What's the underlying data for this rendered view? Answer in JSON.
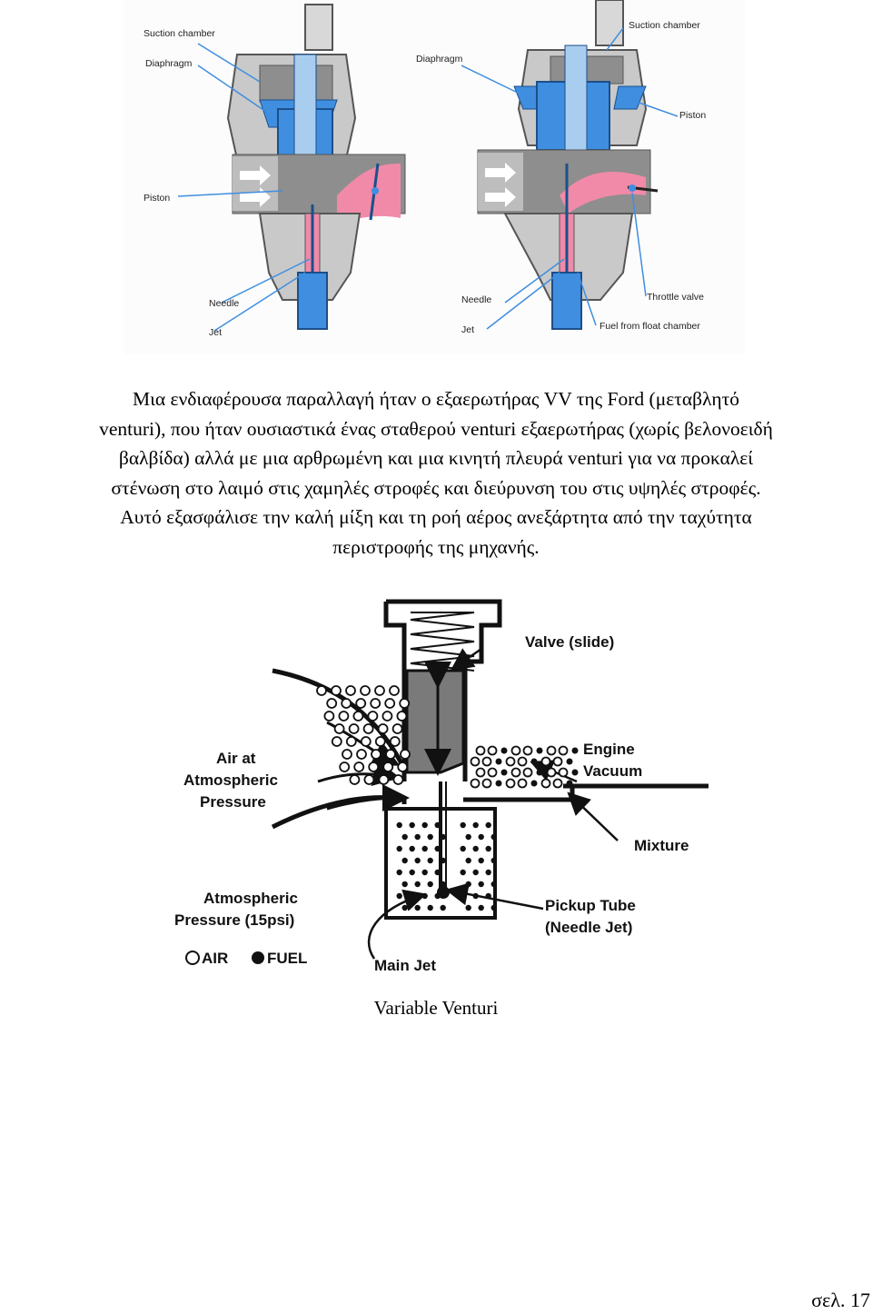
{
  "top_figure": {
    "left_labels": {
      "suction_chamber": "Suction chamber",
      "diaphragm": "Diaphragm",
      "piston": "Piston",
      "needle": "Needle",
      "jet": "Jet"
    },
    "right_labels": {
      "suction_chamber": "Suction chamber",
      "diaphragm": "Diaphragm",
      "piston": "Piston",
      "needle": "Needle",
      "jet": "Jet",
      "throttle_valve": "Throttle valve",
      "fuel_from_float_chamber": "Fuel from float chamber"
    },
    "colors": {
      "blue": "#3f8ee0",
      "light_blue": "#a9cdee",
      "pink": "#f08aa8",
      "gray": "#8e8e8e",
      "light_gray": "#c9c9c9"
    }
  },
  "paragraph": {
    "lines": [
      "Μια ενδιαφέρουσα παραλλαγή ήταν ο εξαερωτήρας VV της Ford (μεταβλητό",
      "venturi), που ήταν ουσιαστικά ένας σταθερού venturi εξαερωτήρας (χωρίς βελονοειδή",
      "βαλβίδα) αλλά με μια αρθρωμένη και μια κινητή πλευρά venturi για να προκαλεί",
      "στένωση στο λαιμό στις χαμηλές στροφές και διεύρυνση του στις υψηλές στροφές.",
      "Αυτό εξασφάλισε την καλή μίξη και τη ροή αέρος ανεξάρτητα από την ταχύτητα",
      "περιστροφής της μηχανής."
    ]
  },
  "bottom_figure": {
    "labels": {
      "valve_slide": "Valve (slide)",
      "air_line1": "Air at",
      "air_line2": "Atmospheric",
      "air_line3": "Pressure",
      "engine_line1": "Engine",
      "engine_line2": "Vacuum",
      "mixture": "Mixture",
      "atm_line1": "Atmospheric",
      "atm_line2": "Pressure (15psi)",
      "pickup_line1": "Pickup Tube",
      "pickup_line2": "(Needle Jet)",
      "main_jet": "Main Jet",
      "legend_air": "AIR",
      "legend_fuel": "FUEL"
    }
  },
  "caption": "Variable Venturi",
  "page_number": "σελ. 17"
}
